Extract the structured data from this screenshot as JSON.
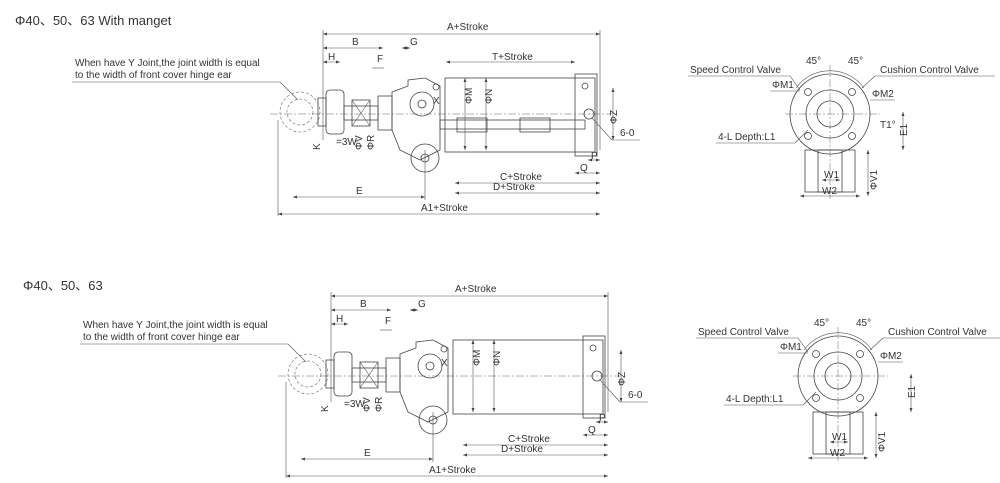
{
  "drawings": [
    {
      "title": "Φ40、50、63 With manget",
      "note_line1": "When have Y Joint,the joint width is equal",
      "note_line2": "to the width of front cover hinge ear",
      "dims": {
        "a_stroke": "A+Stroke",
        "b": "B",
        "g": "G",
        "h": "H",
        "f": "F",
        "t_stroke": "T+Stroke",
        "x": "X",
        "phi_m": "ΦM",
        "phi_n": "ΦN",
        "phi_z": "ΦZ",
        "six_o": "6-0",
        "p": "P",
        "q": "Q",
        "k": "K",
        "three_w": "=3W",
        "phi_v": "ΦV",
        "phi_r": "ΦR",
        "c_stroke": "C+Stroke",
        "d_stroke": "D+Stroke",
        "e": "E",
        "a1_stroke": "A1+Stroke"
      },
      "end_view": {
        "angle_left": "45°",
        "angle_right": "45°",
        "speed_valve": "Speed Control Valve",
        "cushion_valve": "Cushion Control Valve",
        "phi_m1": "ΦM1",
        "phi_m2": "ΦM2",
        "tapped_holes": "4-L Depth:L1",
        "t1": "T1°",
        "e1": "E1",
        "w1": "W1",
        "w2": "W2",
        "phi_v1": "ΦV1"
      }
    },
    {
      "title": "Φ40、50、63",
      "note_line1": "When have Y Joint,the joint width is equal",
      "note_line2": "to the width of front cover hinge ear",
      "dims": {
        "a_stroke": "A+Stroke",
        "b": "B",
        "g": "G",
        "h": "H",
        "f": "F",
        "x": "X",
        "phi_m": "ΦM",
        "phi_n": "ΦN",
        "phi_z": "ΦZ",
        "six_o": "6-0",
        "p": "P",
        "q": "Q",
        "k": "K",
        "three_w": "=3W",
        "phi_v": "ΦV",
        "phi_r": "ΦR",
        "c_stroke": "C+Stroke",
        "d_stroke": "D+Stroke",
        "e": "E",
        "a1_stroke": "A1+Stroke"
      },
      "end_view": {
        "angle_left": "45°",
        "angle_right": "45°",
        "speed_valve": "Speed Control Valve",
        "cushion_valve": "Cushion Control Valve",
        "phi_m1": "ΦM1",
        "phi_m2": "ΦM2",
        "tapped_holes": "4-L Depth:L1",
        "e1": "E1",
        "w1": "W1",
        "w2": "W2",
        "phi_v1": "ΦV1"
      }
    }
  ]
}
